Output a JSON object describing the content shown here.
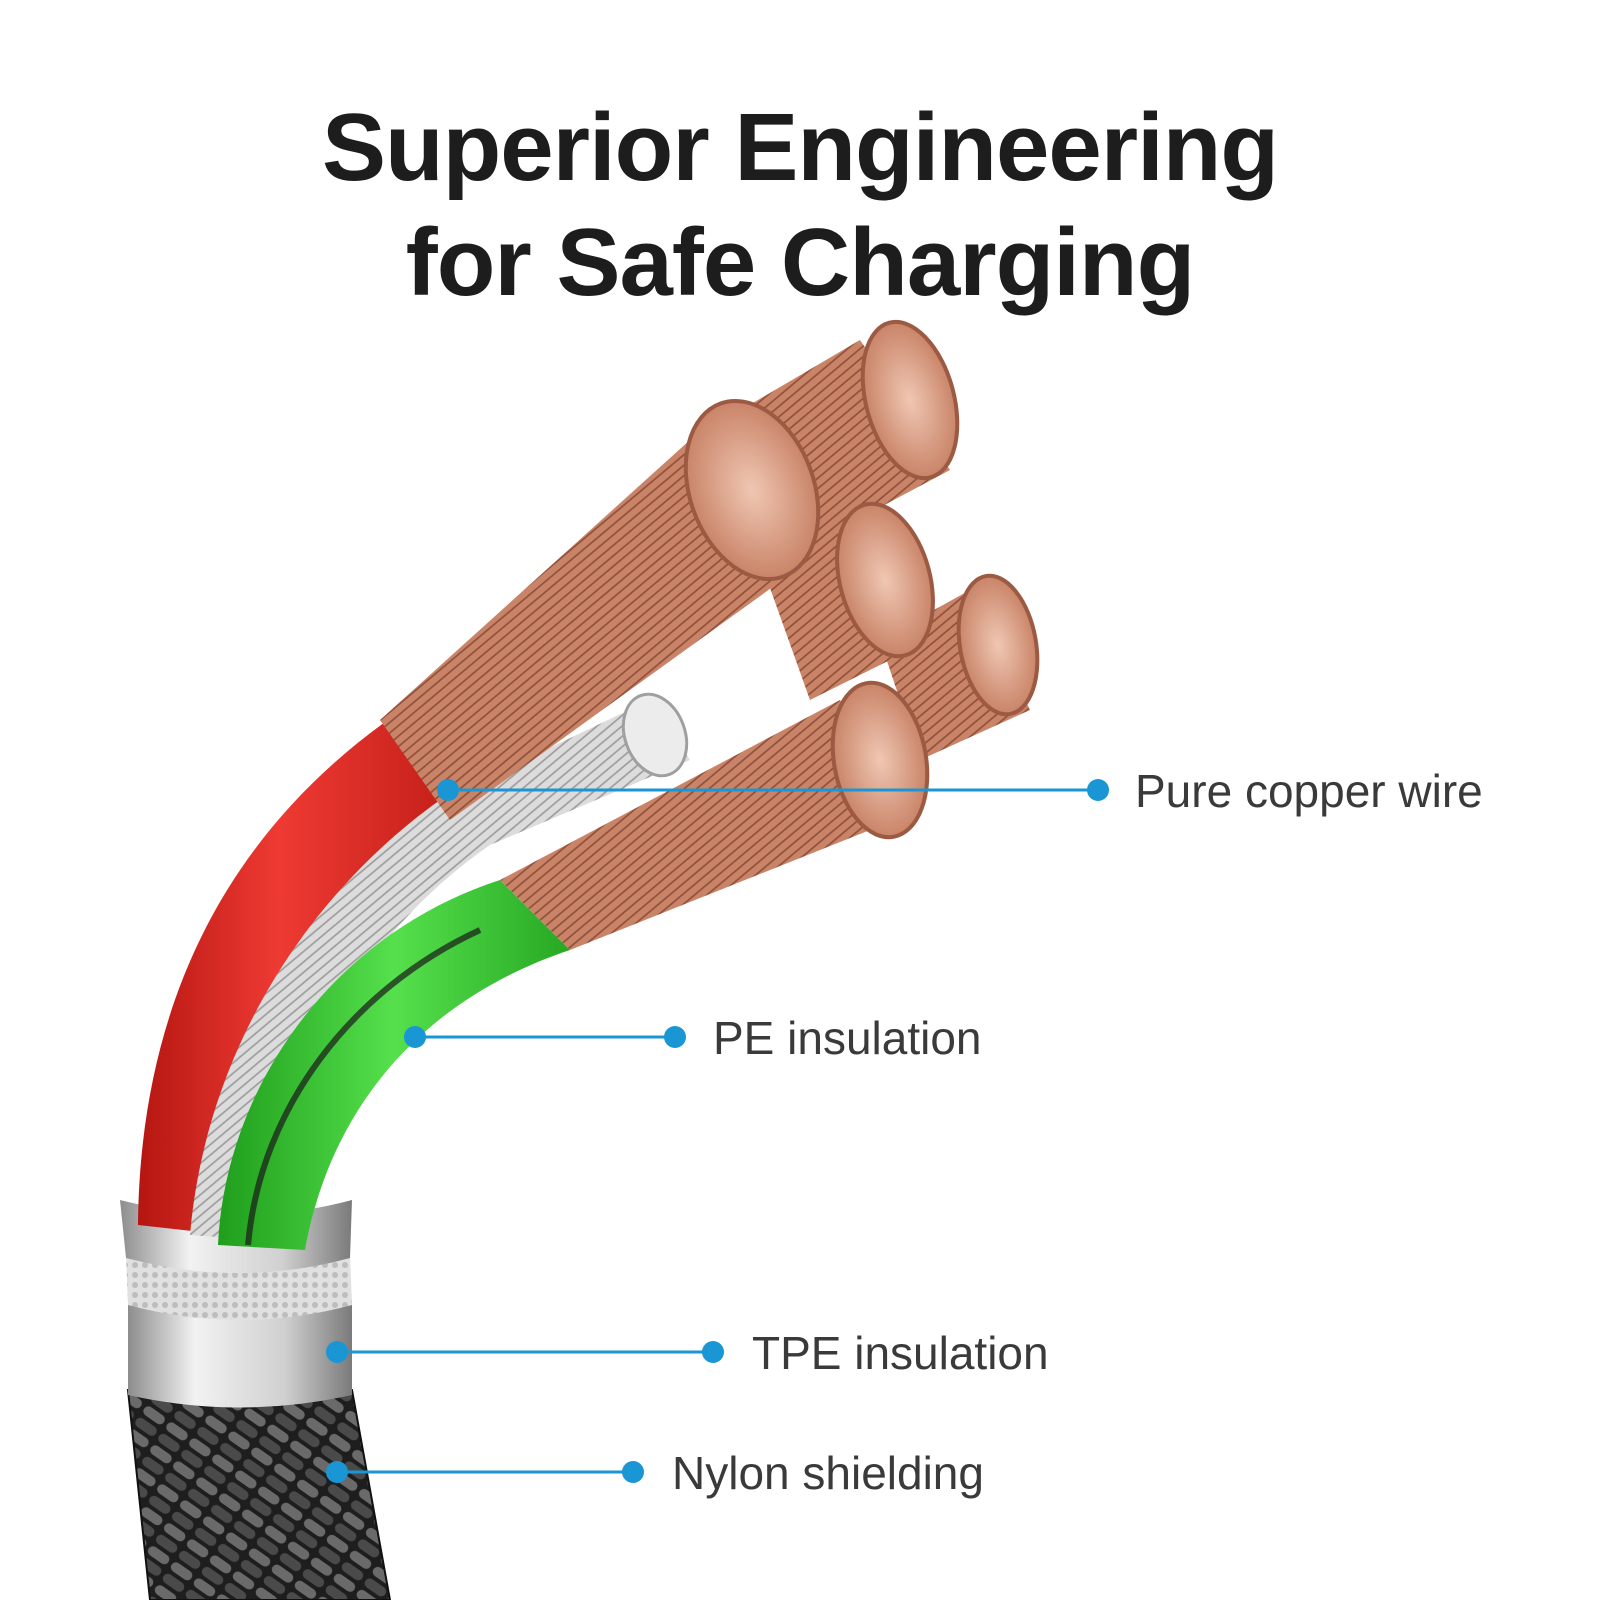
{
  "title": {
    "line1": "Superior Engineering",
    "line2": "for Safe Charging"
  },
  "callouts": [
    {
      "id": "copper",
      "label": "Pure copper wire"
    },
    {
      "id": "pe",
      "label": "PE insulation"
    },
    {
      "id": "tpe",
      "label": "TPE insulation"
    },
    {
      "id": "nylon",
      "label": "Nylon shielding"
    }
  ],
  "colors": {
    "background": "#ffffff",
    "title": "#1d1d1d",
    "label": "#3a3a3a",
    "callout_accent": "#1a96d4",
    "copper": "#c98468",
    "copper_dark": "#8e4d39",
    "red_sheath": "#e8302b",
    "green_sheath": "#3fcf3a",
    "silver_wire": "#c8c8c8",
    "nylon_braid": "#2a2a2a"
  }
}
